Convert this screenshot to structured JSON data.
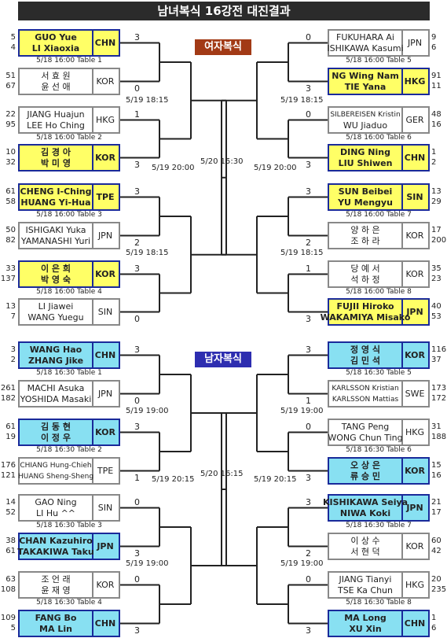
{
  "title": "남녀복식 16강전 대진결과",
  "women_label": "여자복식",
  "men_label": "남자복식",
  "times": {
    "w_qf_tl": "5/19 18:15",
    "w_qf_tr": "5/19 18:15",
    "w_qf_bl": "5/19 18:15",
    "w_qf_br": "5/19 18:15",
    "w_sf_l": "5/19 20:00",
    "w_sf_r": "5/19 20:00",
    "w_f": "5/20 15:30",
    "m_qf_tl": "5/19 19:00",
    "m_qf_tr": "5/19 19:00",
    "m_qf_bl": "5/19 19:00",
    "m_qf_br": "5/19 19:00",
    "m_sf_l": "5/19 20:15",
    "m_sf_r": "5/19 20:15",
    "m_f": "5/20 16:15"
  },
  "boxes": [
    {
      "p1": "GUO Yue",
      "p2": "LI Xiaoxia",
      "c": "CHN",
      "r1": "5",
      "r2": "4",
      "s": "3",
      "info": "5/18 16:00 Table 1"
    },
    {
      "p1": "서 효 원",
      "p2": "윤 선 애",
      "c": "KOR",
      "r1": "51",
      "r2": "67",
      "s": "0",
      "info": ""
    },
    {
      "p1": "JIANG Huajun",
      "p2": "LEE Ho Ching",
      "c": "HKG",
      "r1": "22",
      "r2": "95",
      "s": "1",
      "info": "5/18 16:00 Table 2"
    },
    {
      "p1": "김 경 아",
      "p2": "박 미 영",
      "c": "KOR",
      "r1": "10",
      "r2": "32",
      "s": "3",
      "info": ""
    },
    {
      "p1": "CHENG I-Ching",
      "p2": "HUANG Yi-Hua",
      "c": "TPE",
      "r1": "61",
      "r2": "58",
      "s": "3",
      "info": "5/18 16:00 Table 3"
    },
    {
      "p1": "ISHIGAKI Yuka",
      "p2": "YAMANASHI Yuri",
      "c": "JPN",
      "r1": "50",
      "r2": "82",
      "s": "2",
      "info": ""
    },
    {
      "p1": "이 은 희",
      "p2": "박 영 숙",
      "c": "KOR",
      "r1": "33",
      "r2": "137",
      "s": "3",
      "info": "5/18 16:00 Table 4"
    },
    {
      "p1": "LI Jiawei",
      "p2": "WANG Yuegu",
      "c": "SIN",
      "r1": "13",
      "r2": "7",
      "s": "0",
      "info": ""
    },
    {
      "p1": "FUKUHARA Ai",
      "p2": "ISHIKAWA Kasumi",
      "c": "JPN",
      "r1": "9",
      "r2": "6",
      "s": "0",
      "info": "5/18 16:00 Table 5"
    },
    {
      "p1": "NG Wing Nam",
      "p2": "TIE Yana",
      "c": "HKG",
      "r1": "91",
      "r2": "11",
      "s": "3",
      "info": ""
    },
    {
      "p1": "SILBEREISEN Kristin",
      "p2": "WU Jiaduo",
      "c": "GER",
      "r1": "48",
      "r2": "16",
      "s": "0",
      "info": "5/18 16:00 Table 6"
    },
    {
      "p1": "DING Ning",
      "p2": "LIU Shiwen",
      "c": "CHN",
      "r1": "1",
      "r2": "2",
      "s": "3",
      "info": ""
    },
    {
      "p1": "SUN Beibei",
      "p2": "YU Mengyu",
      "c": "SIN",
      "r1": "13",
      "r2": "29",
      "s": "3",
      "info": "5/18 16:00 Table 7"
    },
    {
      "p1": "양 하 은",
      "p2": "조 하 라",
      "c": "KOR",
      "r1": "17",
      "r2": "200",
      "s": "2",
      "info": ""
    },
    {
      "p1": "당 예 서",
      "p2": "석 하 정",
      "c": "KOR",
      "r1": "35",
      "r2": "23",
      "s": "1",
      "info": "5/18 16:00 Table 8"
    },
    {
      "p1": "FUJII Hiroko",
      "p2": "WAKAMIYA Misako",
      "c": "JPN",
      "r1": "40",
      "r2": "53",
      "s": "3",
      "info": ""
    },
    {
      "p1": "WANG Hao",
      "p2": "ZHANG Jike",
      "c": "CHN",
      "r1": "3",
      "r2": "2",
      "s": "3",
      "info": "5/18 16:30 Table 1"
    },
    {
      "p1": "MACHI Asuka",
      "p2": "YOSHIDA Masaki",
      "c": "JPN",
      "r1": "261",
      "r2": "182",
      "s": "0",
      "info": ""
    },
    {
      "p1": "김 동 현",
      "p2": "이 정 우",
      "c": "KOR",
      "r1": "61",
      "r2": "19",
      "s": "3",
      "info": "5/18 16:30 Table 2"
    },
    {
      "p1": "CHIANG Hung-Chieh",
      "p2": "HUANG Sheng-Sheng",
      "c": "TPE",
      "r1": "176",
      "r2": "121",
      "s": "1",
      "info": ""
    },
    {
      "p1": "GAO Ning",
      "p2": "LI Hu ^^",
      "c": "SIN",
      "r1": "14",
      "r2": "52",
      "s": "0",
      "info": "5/18 16:30 Table 3"
    },
    {
      "p1": "CHAN Kazuhiro",
      "p2": "TAKAKIWA Taku",
      "c": "JPN",
      "r1": "38",
      "r2": "61",
      "s": "3",
      "info": ""
    },
    {
      "p1": "조 언 래",
      "p2": "윤 재 영",
      "c": "KOR",
      "r1": "63",
      "r2": "108",
      "s": "0",
      "info": "5/18 16:30 Table 4"
    },
    {
      "p1": "FANG Bo",
      "p2": "MA Lin",
      "c": "CHN",
      "r1": "109",
      "r2": "5",
      "s": "3",
      "info": ""
    },
    {
      "p1": "정 영 식",
      "p2": "김 민 석",
      "c": "KOR",
      "r1": "116",
      "r2": "37",
      "s": "3",
      "info": "5/18 16:30 Table 5"
    },
    {
      "p1": "KARLSSON Kristian",
      "p2": "KARLSSON Mattias",
      "c": "SWE",
      "r1": "173",
      "r2": "172",
      "s": "1",
      "info": ""
    },
    {
      "p1": "TANG Peng",
      "p2": "WONG Chun Ting",
      "c": "HKG",
      "r1": "31",
      "r2": "188",
      "s": "0",
      "info": "5/18 16:30 Table 6"
    },
    {
      "p1": "오 상 은",
      "p2": "류 승 민",
      "c": "KOR",
      "r1": "15",
      "r2": "16",
      "s": "3",
      "info": ""
    },
    {
      "p1": "KISHIKAWA Seiya",
      "p2": "NIWA Koki",
      "c": "JPN",
      "r1": "21",
      "r2": "17",
      "s": "3",
      "info": "5/18 16:30 Table 7"
    },
    {
      "p1": "이 상 수",
      "p2": "서 현 덕",
      "c": "KOR",
      "r1": "60",
      "r2": "42",
      "s": "2",
      "info": ""
    },
    {
      "p1": "JIANG Tianyi",
      "p2": "TSE Ka Chun",
      "c": "HKG",
      "r1": "20",
      "r2": "235",
      "s": "0",
      "info": "5/18 16:30 Table 8"
    },
    {
      "p1": "MA Long",
      "p2": "XU Xin",
      "c": "CHN",
      "r1": "1",
      "r2": "6",
      "s": "3",
      "info": ""
    }
  ]
}
